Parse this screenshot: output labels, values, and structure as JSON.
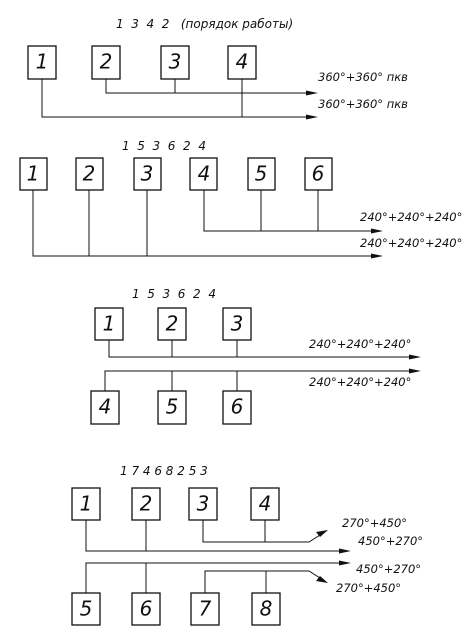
{
  "colors": {
    "line": "#111111",
    "background": "#ffffff"
  },
  "schemes": [
    {
      "firing_order": "1  3  4  2   (порядок работы)",
      "cylinders": [
        "1",
        "2",
        "3",
        "4"
      ],
      "shaft_labels": [
        "360°+360° пкв",
        "360°+360° пкв"
      ]
    },
    {
      "firing_order": "1  5  3  6  2  4",
      "cylinders": [
        "1",
        "2",
        "3",
        "4",
        "5",
        "6"
      ],
      "shaft_labels": [
        "240°+240°+240°",
        "240°+240°+240°"
      ]
    },
    {
      "firing_order": "1  5  3  6  2  4",
      "cylinders": [
        "1",
        "2",
        "3",
        "4",
        "5",
        "6"
      ],
      "shaft_labels": [
        "240°+240°+240°",
        "240°+240°+240°"
      ]
    },
    {
      "firing_order": "1 7 4 6 8 2 5 3",
      "cylinders": [
        "1",
        "2",
        "3",
        "4",
        "5",
        "6",
        "7",
        "8"
      ],
      "shaft_labels": [
        "270°+450°",
        "450°+270°",
        "450°+270°",
        "270°+450°"
      ]
    }
  ]
}
